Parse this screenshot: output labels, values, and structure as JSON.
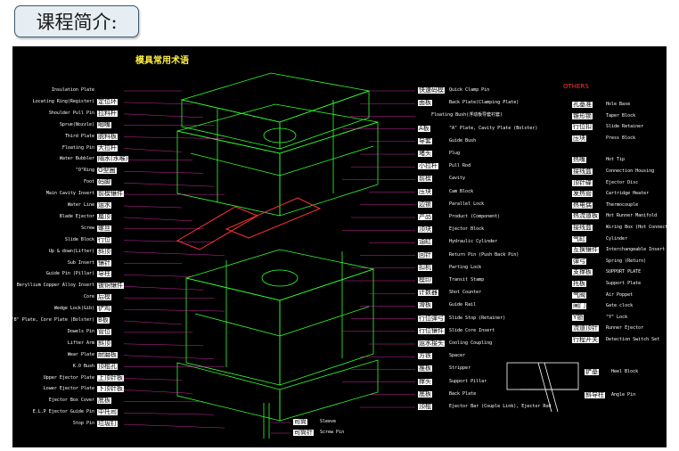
{
  "slide": {
    "title": "课程简介:"
  },
  "drawing": {
    "heading": "模具常用术语",
    "others_heading": "OTHERS",
    "labels": [
      {
        "en": "Insulation Plate"
      },
      {
        "en": "Locating Ring(Register)",
        "cn": "定位环"
      },
      {
        "en": "Shoulder Pull Pin",
        "cn": "拉料杆"
      },
      {
        "en": "Sprue(Nozzle)",
        "cn": "唧嘴"
      },
      {
        "en": "Third Plate",
        "cn": "脱料板"
      },
      {
        "en": "Floating Pin",
        "cn": "大拉杆"
      },
      {
        "en": "Water Bubbler",
        "cn": "隔水(水喉)"
      },
      {
        "en": "\"O\"Ring",
        "cn": "O型圈"
      },
      {
        "en": "Foot",
        "cn": "码脚"
      },
      {
        "en": "Main Cavity Insert",
        "cn": "前模镶件"
      },
      {
        "en": "Water Line",
        "cn": "运水"
      },
      {
        "en": "Blade Ejector",
        "cn": "扁顶"
      },
      {
        "en": "Screw",
        "cn": "螺丝"
      },
      {
        "en": "Slide Block",
        "cn": "行位"
      },
      {
        "en": "Up & down(Lifter)",
        "cn": "斜顶"
      },
      {
        "en": "Sub Insert",
        "cn": "镶针"
      },
      {
        "en": "Guide Pin (Pillar)",
        "cn": "导柱"
      },
      {
        "en": "Beryllium Copper Alloy Insert",
        "cn": "铍铜镶件"
      },
      {
        "en": "Core",
        "cn": "后模"
      },
      {
        "en": "Wedge Lock(Gib)",
        "cn": "铲鸡"
      },
      {
        "en": "\"B\" Plate, Core Plate (Bolster)",
        "cn": "B板"
      },
      {
        "en": "Dowels Pin",
        "cn": "管位"
      },
      {
        "en": "Lifter Arm",
        "cn": "斜顶"
      },
      {
        "en": "Wear Plate",
        "cn": "耐磨板"
      },
      {
        "en": "K.O Bush",
        "cn": "顶棍孔"
      },
      {
        "en": "Upper Ejector Plate",
        "cn": "上顶针板"
      },
      {
        "en": "Lower Ejector Plate",
        "cn": "下顶针板"
      },
      {
        "en": "Ejector Box Cover",
        "cn": "底板"
      },
      {
        "en": "E.L.P Ejector Guide Pin",
        "cn": "中托司"
      },
      {
        "en": "Stop Pin",
        "cn": "垃圾钉"
      }
    ],
    "mid_labels": [
      {
        "en": "Sleeve",
        "cn": "司筒"
      },
      {
        "en": "Screw Pin",
        "cn": "司筒针"
      }
    ],
    "right_labels": [
      {
        "en": "Quick Clamp Pin",
        "cn": "快速码模"
      },
      {
        "en": "Back Plate(Clamping Plate)",
        "cn": "面板"
      },
      {
        "en": "Floating Bush(浮动板导套衬套)"
      },
      {
        "en": "\"A\" Plate, Cavity Plate (Bolster)",
        "cn": "A板"
      },
      {
        "en": "Guide Bush",
        "cn": "导套"
      },
      {
        "en": "Plug",
        "cn": "堵头"
      },
      {
        "en": "Pull Rod",
        "cn": "小拉杆"
      },
      {
        "en": "Cavity",
        "cn": "前模"
      },
      {
        "en": "Cam Block",
        "cn": "压块"
      },
      {
        "en": "Parallel Lock",
        "cn": "边锁"
      },
      {
        "en": "Product (Component)",
        "cn": "产品"
      },
      {
        "en": "Ejector Block",
        "cn": "顶块"
      },
      {
        "en": "Hydraulic Cylinder",
        "cn": "油缸"
      },
      {
        "en": "Return Pin (Push Back Pin)",
        "cn": "回针"
      },
      {
        "en": "Parting Lock",
        "cn": "扣机"
      },
      {
        "en": "Transit Stamp",
        "cn": "模印"
      },
      {
        "en": "Shot Counter",
        "cn": "计数器"
      },
      {
        "en": "Guide Rail",
        "cn": "滑板"
      },
      {
        "en": "Slide Stop (Retainer)",
        "cn": "行位弹弓"
      },
      {
        "en": "Slide Core Insert",
        "cn": "行位镶件"
      },
      {
        "en": "Cooling Coupling",
        "cn": "运水接头"
      },
      {
        "en": "Spacer",
        "cn": "方铁"
      },
      {
        "en": "Stripper",
        "cn": "推板"
      },
      {
        "en": "Support Pillar",
        "cn": "撑头"
      },
      {
        "en": "Back Plate",
        "cn": "底板"
      },
      {
        "en": "Ejector Bar (Couple Link), Ejector Rod",
        "cn": "顶棍"
      }
    ],
    "others": [
      {
        "en": "Hole Base",
        "cn": "孔基准"
      },
      {
        "en": "Taper Block",
        "cn": "锥形锁"
      },
      {
        "en": "Slide Retainer",
        "cn": "行位扣"
      },
      {
        "en": "Press Block",
        "cn": "压块"
      },
      {
        "en": "Hot Tip",
        "cn": "热嘴"
      },
      {
        "en": "Connection Housing",
        "cn": "接线盒"
      },
      {
        "en": "Ejector Disc",
        "cn": "顶针碟"
      },
      {
        "en": "Cartridge Heater",
        "cn": "发热管"
      },
      {
        "en": "Thermocouple",
        "cn": "热电偶"
      },
      {
        "en": "Hot Runner Manifold",
        "cn": "热流道板"
      },
      {
        "en": "Wiring Box (Hot Connector)",
        "cn": "接线盒"
      },
      {
        "en": "Cylinder",
        "cn": "气缸"
      },
      {
        "en": "Interchangeable Insert",
        "cn": "互换镶件"
      },
      {
        "en": "Spring (Return)",
        "cn": "弹弓"
      },
      {
        "en": "SUPPORT PLATE",
        "cn": "支撑板"
      },
      {
        "en": "Support Plate",
        "cn": "托板"
      },
      {
        "en": "Air Poppet",
        "cn": "气阀"
      },
      {
        "en": "Gate clock",
        "cn": "闸门"
      },
      {
        "en": "\"Y\" Lock",
        "cn": "Y锁"
      },
      {
        "en": "Runner Ejector",
        "cn": "流道顶针"
      },
      {
        "en": "Detection Switch Set",
        "cn": "行程开关"
      }
    ],
    "detail_labels": [
      {
        "en": "Heel Block",
        "cn": "铲基"
      },
      {
        "en": "Angle Pin",
        "cn": "斜导柱"
      }
    ]
  }
}
